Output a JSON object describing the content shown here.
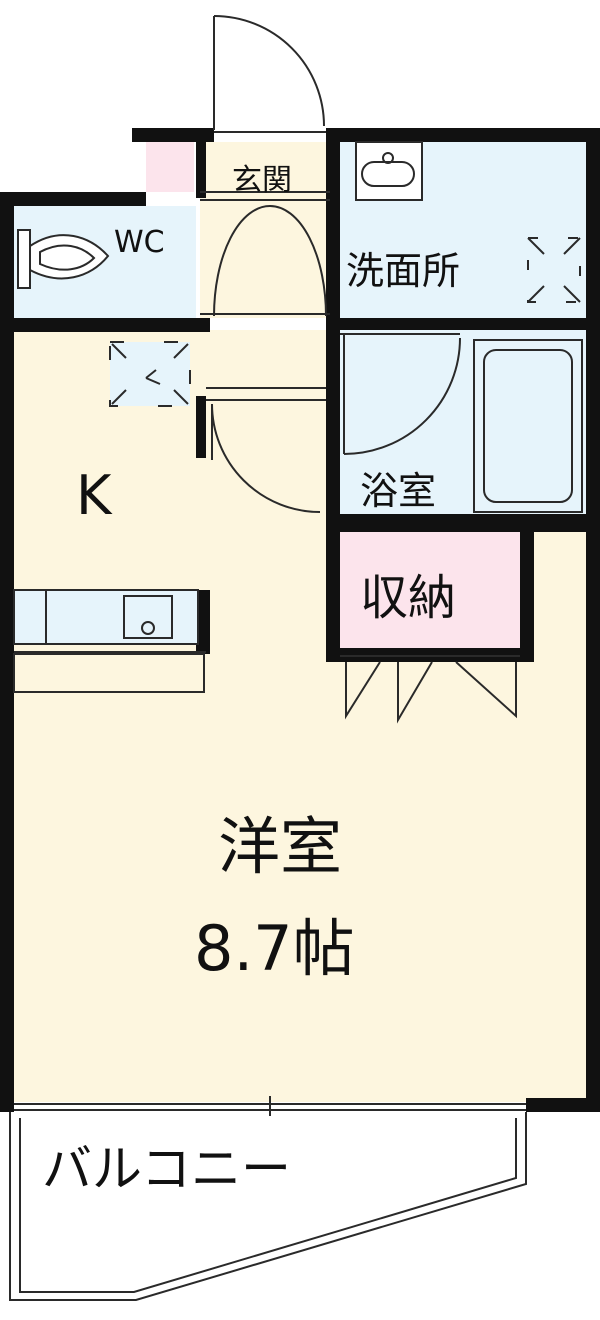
{
  "colors": {
    "wall": "#111111",
    "western_room": "#fdf6df",
    "water_area": "#e6f4fb",
    "storage": "#fce4ec",
    "entrance": "#fdf6df",
    "shoe_box": "#fce4ec",
    "balcony": "#ffffff",
    "line": "#2a2a2a"
  },
  "labels": {
    "entrance": "玄関",
    "wc": "WC",
    "washroom": "洗面所",
    "kitchen": "K",
    "bathroom": "浴室",
    "storage": "収納",
    "western_room": "洋室",
    "room_size": "8.7帖",
    "balcony": "バルコニー"
  },
  "icons": [
    "toilet-icon",
    "washbasin-icon",
    "washing-machine-space-icon",
    "refrigerator-space-icon",
    "bathtub-icon",
    "kitchen-sink-icon"
  ]
}
